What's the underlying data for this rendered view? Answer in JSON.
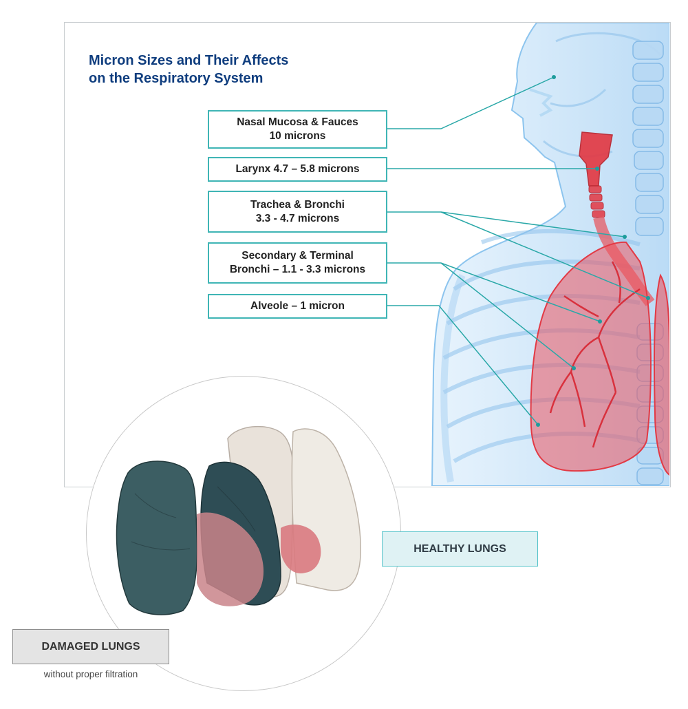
{
  "title": {
    "line1": "Micron Sizes and Their Affects",
    "line2": "on the Respiratory System"
  },
  "labels": [
    {
      "line1": "Nasal Mucosa & Fauces",
      "line2": "10 microns"
    },
    {
      "line1": "Larynx 4.7 – 5.8 microns",
      "line2": ""
    },
    {
      "line1": "Trachea & Bronchi",
      "line2": "3.3 - 4.7 microns"
    },
    {
      "line1": "Secondary & Terminal",
      "line2": "Bronchi – 1.1 - 3.3 microns"
    },
    {
      "line1": "Alveole – 1 micron",
      "line2": ""
    }
  ],
  "lungs": {
    "healthy_label": "HEALTHY LUNGS",
    "damaged_label": "DAMAGED LUNGS",
    "damaged_caption": "without proper filtration"
  },
  "colors": {
    "title": "#0f3d7e",
    "label_border": "#3fb5b5",
    "leader_line": "#2aa8a8",
    "body_outline": "#8cc4ee",
    "lungs_red": "#e8323f",
    "healthy_fill": "#dff2f4",
    "damaged_fill": "#e4e4e4"
  }
}
